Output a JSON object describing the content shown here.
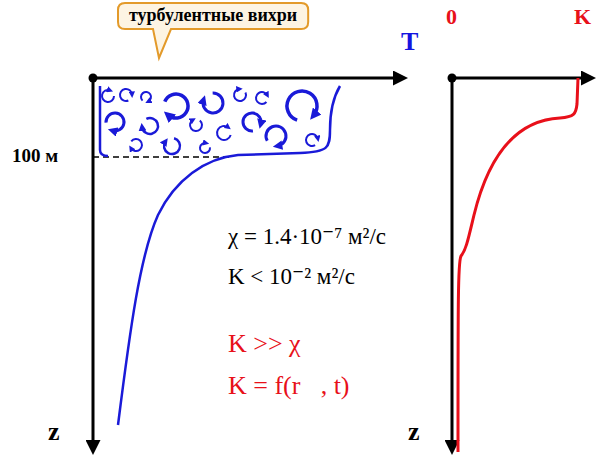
{
  "diagram": {
    "nodes": [
      {
        "text": [
          "турбулентные вихри"
        ]
      }
    ],
    "labels": [
      "T",
      "0",
      "K",
      "100 м",
      "χ = 1.4·10⁻⁷ м²/с",
      "K < 10⁻² м²/с",
      "K >> χ",
      "K = f(r⃗, t)",
      "z",
      "z"
    ]
  }
}
